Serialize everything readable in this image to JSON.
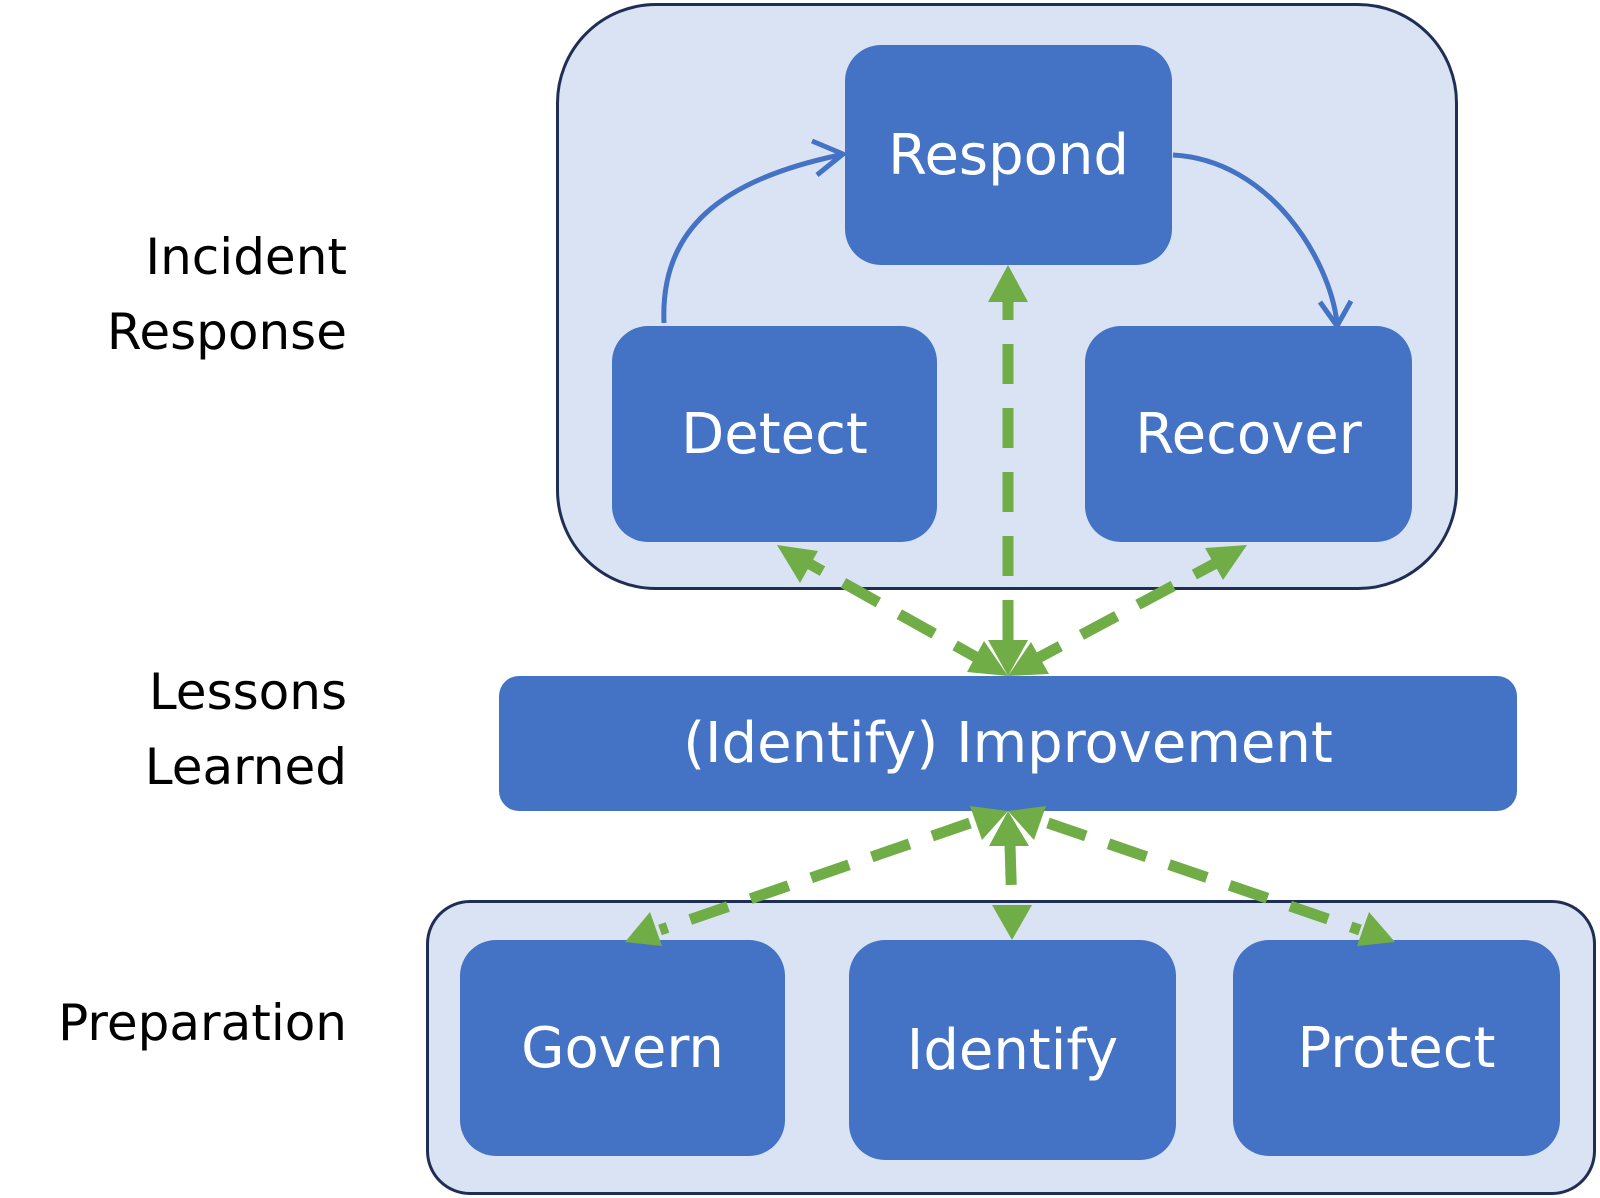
{
  "colors": {
    "node_fill": "#4472c4",
    "group_fill": "#dae3f3",
    "group_border": "#1f2e55",
    "cycle_arrow": "#4472c4",
    "feedback_arrow": "#70ad47",
    "label_text": "#000000",
    "node_text": "#ffffff"
  },
  "rows": {
    "incident_response": {
      "line1": "Incident",
      "line2": "Response"
    },
    "lessons_learned": {
      "line1": "Lessons",
      "line2": "Learned"
    },
    "preparation": {
      "line1": "Preparation"
    }
  },
  "nodes": {
    "respond": "Respond",
    "detect": "Detect",
    "recover": "Recover",
    "improvement": "(Identify) Improvement",
    "govern": "Govern",
    "identify": "Identify",
    "protect": "Protect"
  },
  "edges": [
    {
      "from": "detect",
      "to": "respond",
      "style": "solid",
      "direction": "forward"
    },
    {
      "from": "respond",
      "to": "recover",
      "style": "solid",
      "direction": "forward"
    },
    {
      "from": "improvement",
      "to": "respond",
      "style": "dashed",
      "direction": "both"
    },
    {
      "from": "improvement",
      "to": "detect",
      "style": "dashed",
      "direction": "both"
    },
    {
      "from": "improvement",
      "to": "recover",
      "style": "dashed",
      "direction": "both"
    },
    {
      "from": "improvement",
      "to": "govern",
      "style": "dashed",
      "direction": "both"
    },
    {
      "from": "improvement",
      "to": "identify",
      "style": "dashed",
      "direction": "both"
    },
    {
      "from": "improvement",
      "to": "protect",
      "style": "dashed",
      "direction": "both"
    }
  ]
}
